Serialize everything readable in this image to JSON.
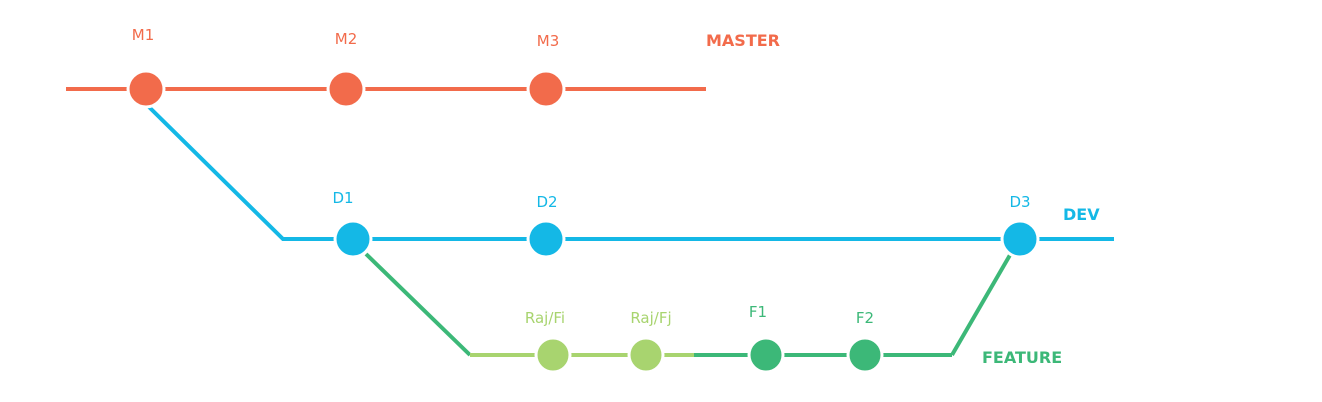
{
  "colors": {
    "master": "#f26b4b",
    "dev": "#14b8e6",
    "feature": "#3cb878",
    "feature_light": "#a8d46f"
  },
  "branches": {
    "master": "MASTER",
    "dev": "DEV",
    "feature": "FEATURE"
  },
  "commits": {
    "m1": "M1",
    "m2": "M2",
    "m3": "M3",
    "d1": "D1",
    "d2": "D2",
    "d3": "D3",
    "raj1": "Raj/Fi",
    "raj2": "Raj/Fj",
    "f1": "F1",
    "f2": "F2"
  }
}
